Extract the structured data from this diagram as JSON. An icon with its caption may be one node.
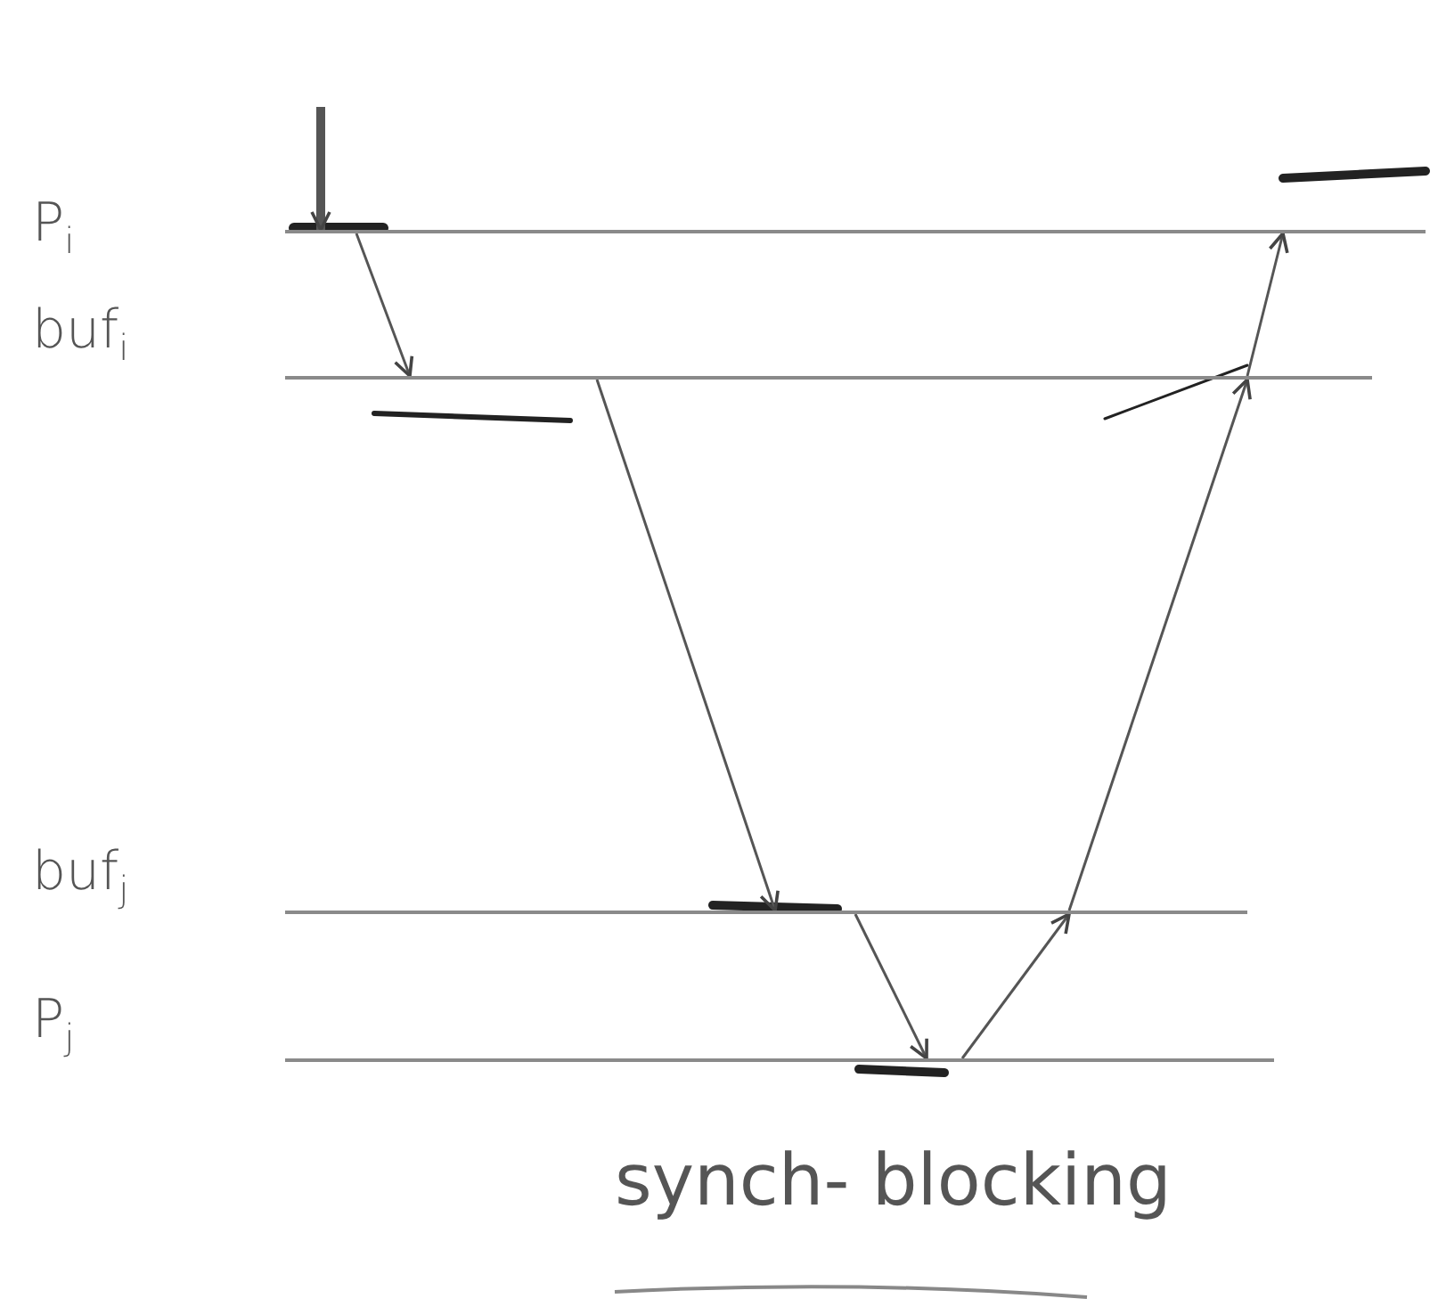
{
  "diagram": {
    "caption": "synch- blocking",
    "labels": [
      "P$_{i}$",
      "P$_{j}$"
    ],
    "nodes": [
      {
        "text": [],
        "shape": "line"
      },
      {
        "text": [],
        "shape": "line",
        "beside": [
          "buf$_{i}$"
        ]
      },
      {
        "text": [],
        "shape": "line",
        "beside": [
          "buf$_{j}$"
        ]
      },
      {
        "text": [],
        "shape": "line"
      }
    ],
    "edges": [
      {
        "from": null,
        "to": 0,
        "arrow": "to",
        "style": "thick"
      },
      {
        "from": 0,
        "to": 1,
        "arrow": "to"
      },
      {
        "from": 1,
        "to": 2,
        "arrow": "to"
      },
      {
        "from": 2,
        "to": 3,
        "arrow": "to"
      },
      {
        "from": 3,
        "to": 2,
        "arrow": "to"
      },
      {
        "from": 2,
        "to": 1,
        "arrow": "to"
      },
      {
        "from": 1,
        "to": 0,
        "arrow": "to"
      }
    ]
  }
}
